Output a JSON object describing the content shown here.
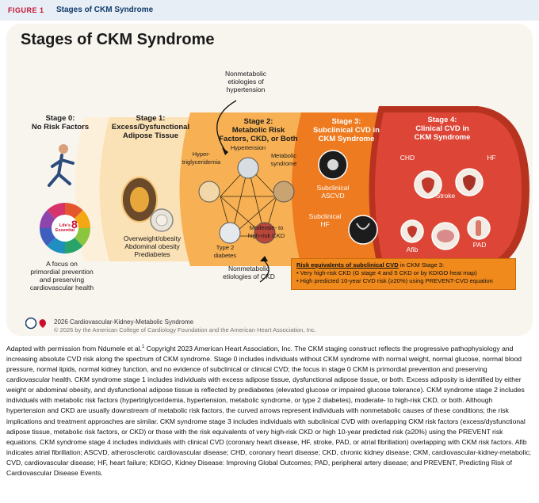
{
  "header": {
    "tag": "FIGURE 1",
    "title": "Stages of CKM Syndrome"
  },
  "panel": {
    "title": "Stages of CKM Syndrome"
  },
  "stages": {
    "s0": {
      "line1": "Stage 0:",
      "line2": "No Risk Factors",
      "note1": "A focus on",
      "note2": "primordial prevention",
      "note3": "and preserving",
      "note4": "cardiovascular health"
    },
    "s1": {
      "line1": "Stage 1:",
      "line2": "Excess/Dysfunctional",
      "line3": "Adipose Tissue",
      "item1": "Overweight/obesity",
      "item2": "Abdominal obesity",
      "item3": "Prediabetes"
    },
    "s2": {
      "line1": "Stage 2:",
      "line2": "Metabolic Risk",
      "line3": "Factors, CKD, or Both",
      "hypertri1": "Hyper-",
      "hypertri2": "triglyceridemia",
      "hypertension": "Hypertension",
      "metsyn1": "Metabolic",
      "metsyn2": "syndrome",
      "t2d1": "Type 2",
      "t2d2": "diabetes",
      "ckd1": "Moderate- to",
      "ckd2": "high-risk CKD"
    },
    "s3": {
      "line1": "Stage 3:",
      "line2": "Subclinical CVD in",
      "line3": "CKM Syndrome",
      "ascvd1": "Subclinical",
      "ascvd2": "ASCVD",
      "hf1": "Subclinical",
      "hf2": "HF"
    },
    "s4": {
      "line1": "Stage 4:",
      "line2": "Clinical CVD in",
      "line3": "CKM Syndrome",
      "chd": "CHD",
      "hf": "HF",
      "stroke": "Stroke",
      "afib": "Afib",
      "pad": "PAD"
    }
  },
  "annotations": {
    "nonmet_htn1": "Nonmetabolic",
    "nonmet_htn2": "etiologies of",
    "nonmet_htn3": "hypertension",
    "nonmet_ckd1": "Nonmetabolic",
    "nonmet_ckd2": "etiologies of CKD"
  },
  "lifes_essential": {
    "line1": "Life's",
    "line2": "Essential",
    "number": "8"
  },
  "risk_box": {
    "title": "Risk equivalents of subclinical CVD",
    "title_suffix": " in CKM Stage 3:",
    "bullet1": "• Very high-risk CKD (G stage 4 and 5 CKD or by KDIGO heat map)",
    "bullet2": "• High predicted 10-year CVD risk (≥20%) using PREVENT-CVD equation"
  },
  "credits": {
    "line1": "2026 Cardiovascular-Kidney-Metabolic Syndrome",
    "line2": "© 2026 by the American College of Cardiology Foundation and the American Heart Association, Inc."
  },
  "caption": {
    "part1": "Adapted with permission from Ndumele et al.",
    "ref": "1",
    "part2": " Copyright 2023 American Heart Association, Inc. The CKM staging construct reflects the progressive pathophysiology and increasing absolute CVD risk along the spectrum of CKM syndrome. Stage 0 includes individuals without CKM syndrome with normal weight, normal glucose, normal blood pressure, normal lipids, normal kidney function, and no evidence of subclinical or clinical CVD; the focus in stage 0 CKM is primordial prevention and preserving cardiovascular health. CKM syndrome stage 1 includes individuals with excess adipose tissue, dysfunctional adipose tissue, or both. Excess adiposity is identified by either weight or abdominal obesity, and dysfunctional adipose tissue is reflected by prediabetes (elevated glucose or impaired glucose tolerance). CKM syndrome stage 2 includes individuals with metabolic risk factors (hypertriglyceridemia, hypertension, metabolic syndrome, or type 2 diabetes), moderate- to high-risk CKD, or both. Although hypertension and CKD are usually downstream of metabolic risk factors, the curved arrows represent individuals with nonmetabolic causes of these conditions; the risk implications and treatment approaches are similar. CKM syndrome stage 3 includes individuals with subclinical CVD with overlapping CKM risk factors (excess/dysfunctional adipose tissue, metabolic risk factors, or CKD) or those with the risk equivalents of very high-risk CKD or high 10-year predicted risk (≥20%) using the PREVENT risk equations. CKM syndrome stage 4 includes individuals with clinical CVD (coronary heart disease, HF, stroke, PAD, or atrial fibrillation) overlapping with CKM risk factors. Afib indicates atrial fibrillation; ASCVD, atherosclerotic cardiovascular disease; CHD, coronary heart disease; CKD, chronic kidney disease; CKM, cardiovascular-kidney-metabolic; CVD, cardiovascular disease; HF, heart failure; KDIGO, Kidney Disease: Improving Global Outcomes; PAD, peripheral artery disease; and PREVENT, Predicting Risk of Cardiovascular Disease Events."
  },
  "colors": {
    "stage1": "#fbe1b6",
    "stage2": "#f7b154",
    "stage3": "#ee7b1f",
    "stage4": "#dd4637",
    "accent": "#c8102e",
    "navy": "#123b6b"
  }
}
